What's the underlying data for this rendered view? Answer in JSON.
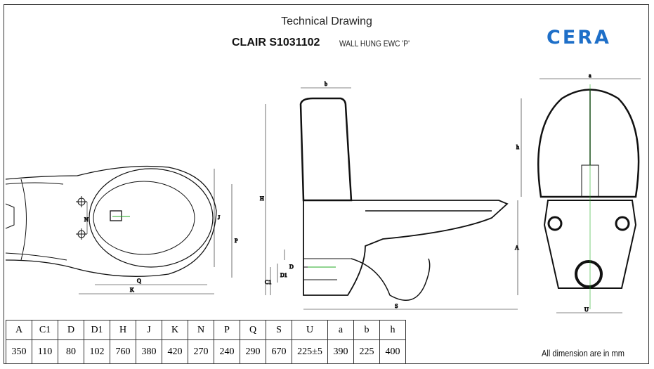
{
  "header": {
    "title": "Technical Drawing",
    "model": "CLAIR S1031102",
    "description": "WALL HUNG EWC 'P'",
    "brand": "CERA",
    "brand_color": "#1e6fc8"
  },
  "drawing_labels": {
    "plan": {
      "N": "N",
      "J": "J",
      "P": "P",
      "Q": "Q",
      "K": "K"
    },
    "side": {
      "b": "b",
      "H": "H",
      "A": "A",
      "D": "D",
      "D1": "D1",
      "C1": "C1",
      "S": "S"
    },
    "front": {
      "a": "a",
      "h": "h",
      "U": "U"
    }
  },
  "dimensions_table": {
    "headers": [
      "A",
      "C1",
      "D",
      "D1",
      "H",
      "J",
      "K",
      "N",
      "P",
      "Q",
      "S",
      "U",
      "a",
      "b",
      "h"
    ],
    "values": [
      "350",
      "110",
      "80",
      "102",
      "760",
      "380",
      "420",
      "270",
      "240",
      "290",
      "670",
      "225±5",
      "390",
      "225",
      "400"
    ]
  },
  "note": "All dimension are in mm"
}
